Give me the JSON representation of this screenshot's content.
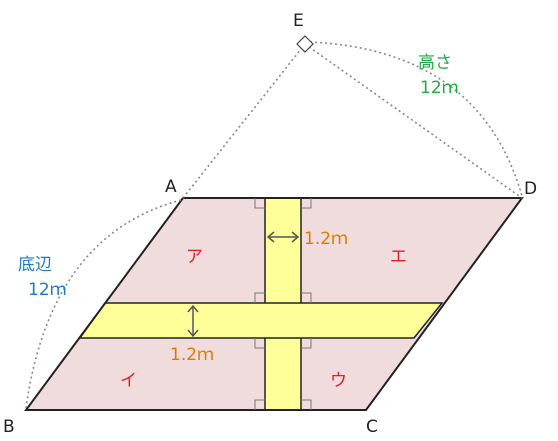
{
  "points": {
    "A": "A",
    "B": "B",
    "C": "C",
    "D": "D",
    "E": "E"
  },
  "regions": {
    "a": "ア",
    "i": "イ",
    "u": "ウ",
    "e": "エ"
  },
  "height": {
    "label": "高さ",
    "value": "12ｍ"
  },
  "base": {
    "label": "底辺",
    "value": "12ｍ"
  },
  "road_width_vertical": "1.2ｍ",
  "road_width_horizontal": "1.2ｍ",
  "colors": {
    "parcel": "#f0dcdc",
    "road": "#ffff99",
    "outline": "#222222",
    "height_text": "#22aa44",
    "base_text": "#1e7bbf",
    "measure_text": "#e07b00",
    "region_text": "#e02020",
    "dotted": "#888888",
    "arrow": "#555555"
  }
}
